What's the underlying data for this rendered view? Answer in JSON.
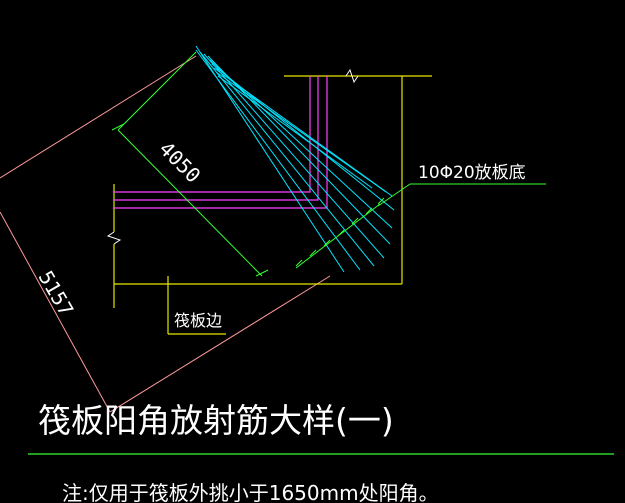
{
  "drawing": {
    "title": "筏板阳角放射筋大样(一)",
    "note": "注:仅用于筏板外挑小于1650mm处阳角。",
    "dimensions": {
      "inner_length": "4050",
      "outer_length": "5157"
    },
    "labels": {
      "rebar_callout": "10Φ20放板底",
      "raft_edge": "筏板边"
    },
    "colors": {
      "background": "#000000",
      "text": "#ffffff",
      "outline": "#e6e600",
      "rebar_main": "#ff40ff",
      "rebar_radial": "#00e5ff",
      "dimension": "#33ff33",
      "boundary": "#ff9999",
      "underline": "#33ff33"
    }
  }
}
